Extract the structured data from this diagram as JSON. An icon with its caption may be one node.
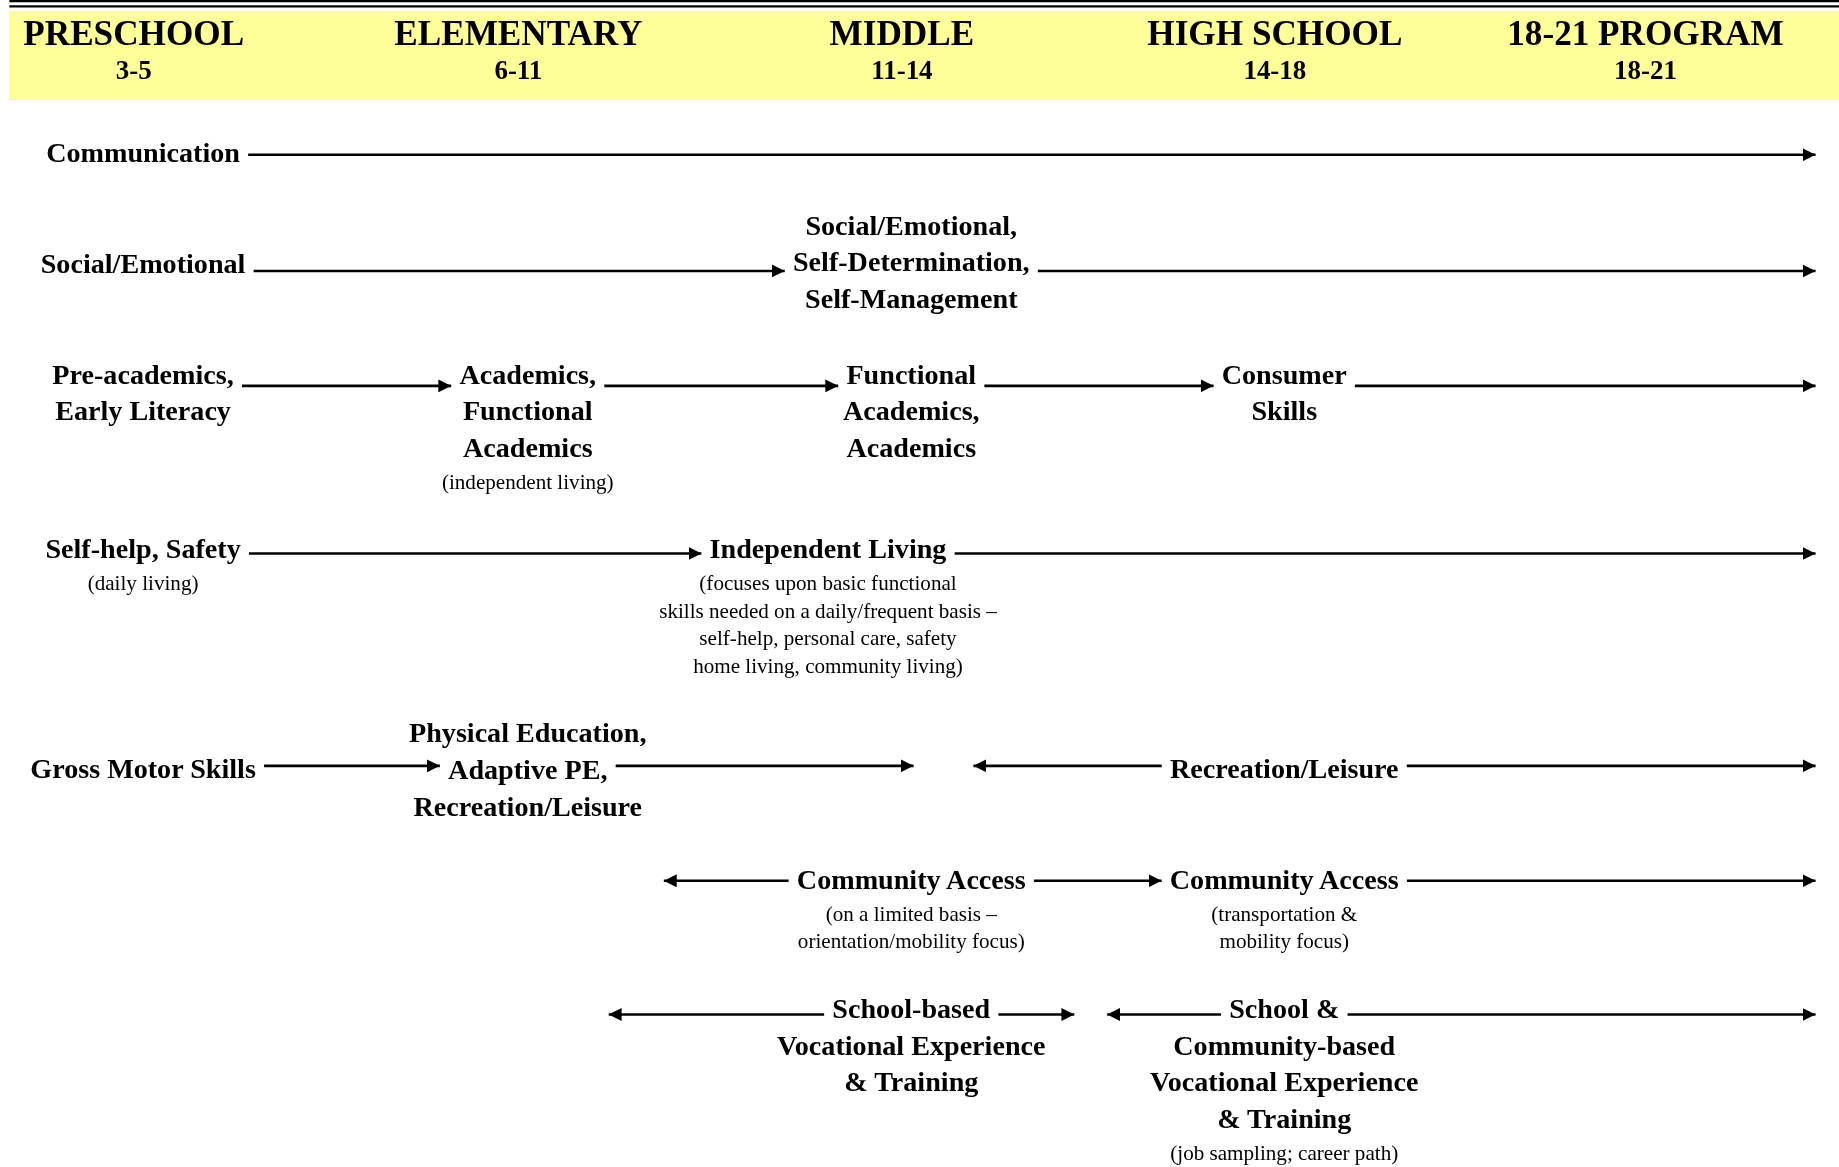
{
  "diagram": {
    "nodes": [
      {
        "text": [],
        "shape": "bar"
      },
      {
        "text": [
          "PRESCHOOL",
          "3-5"
        ],
        "in": 0
      },
      {
        "text": [
          "ELEMENTARY",
          "6-11"
        ],
        "in": 0
      },
      {
        "text": [
          "MIDDLE",
          "11-14"
        ],
        "in": 0
      },
      {
        "text": [
          "HIGH SCHOOL",
          "14-18"
        ],
        "in": 0
      },
      {
        "text": [
          "18-21 PROGRAM",
          "18-21"
        ],
        "in": 0
      },
      {
        "text": [
          "Communication"
        ]
      },
      {
        "text": [
          "Social/Emotional"
        ]
      },
      {
        "text": [
          "Social/Emotional, Self-Determination, Self-Management"
        ]
      },
      {
        "text": [
          "Pre-academics, Early Literacy"
        ]
      },
      {
        "text": [
          "Academics, Functional Academics",
          "(independent living)"
        ]
      },
      {
        "text": [
          "Functional Academics, Academics"
        ]
      },
      {
        "text": [
          "Consumer Skills"
        ]
      },
      {
        "text": [
          "Self-help, Safety",
          "(daily living)"
        ]
      },
      {
        "text": [
          "Independent Living",
          "(focuses upon basic functional skills needed on a daily/frequent basis – self-help, personal care, safety home living, community living)"
        ]
      },
      {
        "text": [
          "Gross Motor Skills"
        ]
      },
      {
        "text": [
          "Physical Education, Adaptive PE, Recreation/Leisure"
        ]
      },
      {
        "text": [
          "Recreation/Leisure"
        ]
      },
      {
        "text": [
          "Community Access",
          "(on a limited basis – orientation/mobility focus)"
        ]
      },
      {
        "text": [
          "Community Access",
          "(transportation & mobility focus)"
        ]
      },
      {
        "text": [
          "School-based Vocational Experience & Training"
        ]
      },
      {
        "text": [
          "School & Community-based Vocational Experience & Training",
          "(job sampling; career path)"
        ]
      }
    ],
    "edges": [
      {
        "from": 6,
        "to": null,
        "arrow": "to"
      },
      {
        "from": 7,
        "to": 8,
        "arrow": "to"
      },
      {
        "from": 8,
        "to": null,
        "arrow": "to"
      },
      {
        "from": 9,
        "to": 10,
        "arrow": "to"
      },
      {
        "from": 10,
        "to": 11,
        "arrow": "to"
      },
      {
        "from": 11,
        "to": 12,
        "arrow": "to"
      },
      {
        "from": 12,
        "to": null,
        "arrow": "to"
      },
      {
        "from": 13,
        "to": 14,
        "arrow": "to"
      },
      {
        "from": 14,
        "to": null,
        "arrow": "to"
      },
      {
        "from": 15,
        "to": 16,
        "arrow": "to"
      },
      {
        "from": 16,
        "to": null,
        "arrow": "to"
      },
      {
        "from": 17,
        "to": null,
        "arrow": "to"
      },
      {
        "from": 17,
        "to": null,
        "arrow": "to"
      },
      {
        "from": 18,
        "to": null,
        "arrow": "to"
      },
      {
        "from": 18,
        "to": 19,
        "arrow": "to"
      },
      {
        "from": 19,
        "to": null,
        "arrow": "to"
      },
      {
        "from": 20,
        "to": null,
        "arrow": "to"
      },
      {
        "from": 20,
        "to": null,
        "arrow": "to"
      },
      {
        "from": 21,
        "to": null,
        "arrow": "to"
      },
      {
        "from": 21,
        "to": null,
        "arrow": "to"
      }
    ]
  }
}
